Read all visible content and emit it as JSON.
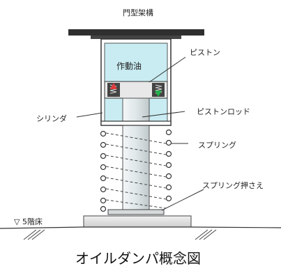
{
  "labels": {
    "frame": "門型架構",
    "oil": "作動油",
    "piston": "ピストン",
    "cylinder": "シリンダ",
    "rod": "ピストンロッド",
    "spring": "スプリング",
    "spring_retainer": "スプリング押さえ",
    "floor": "▽ 5階床",
    "caption": "オイルダンパ概念図"
  },
  "colors": {
    "oil": "#c8ecf2",
    "rod": "#dfe7e9",
    "frame": "#2f2f2f",
    "base": "#e1e1e1",
    "up_arrow": "#e23a3a",
    "down_arrow": "#22b14c",
    "line": "#333333"
  }
}
